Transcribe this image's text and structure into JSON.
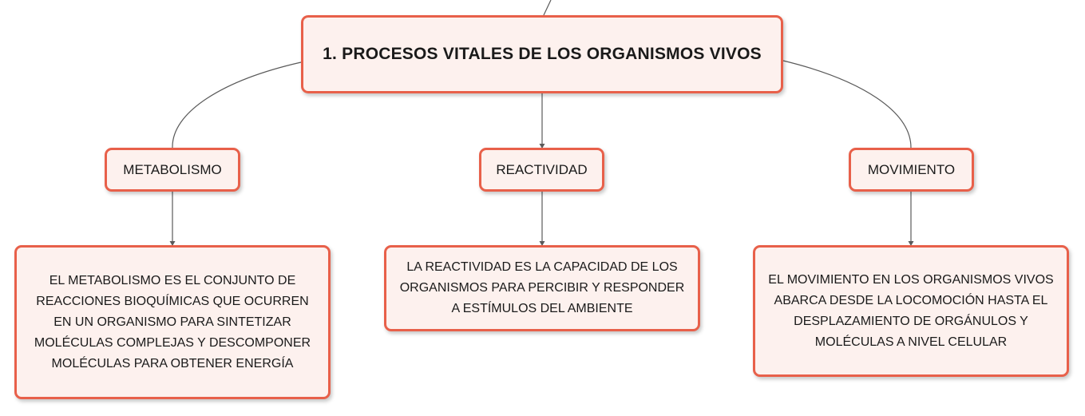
{
  "map": {
    "root": {
      "title": "1. PROCESOS VITALES DE LOS ORGANISMOS VIVOS"
    },
    "topics": [
      {
        "label": "METABOLISMO"
      },
      {
        "label": "REACTIVIDAD"
      },
      {
        "label": "MOVIMIENTO"
      }
    ],
    "details": [
      {
        "lines": [
          "EL METABOLISMO ES EL CONJUNTO DE",
          "REACCIONES BIOQUÍMICAS QUE OCURREN",
          "EN UN ORGANISMO PARA SINTETIZAR",
          "MOLÉCULAS COMPLEJAS Y DESCOMPONER",
          "MOLÉCULAS PARA OBTENER ENERGÍA"
        ]
      },
      {
        "lines": [
          "LA REACTIVIDAD ES LA CAPACIDAD DE LOS",
          "ORGANISMOS PARA PERCIBIR Y RESPONDER",
          "A ESTÍMULOS DEL AMBIENTE"
        ]
      },
      {
        "lines": [
          "EL MOVIMIENTO EN LOS ORGANISMOS VIVOS",
          "ABARCA DESDE LA LOCOMOCIÓN HASTA EL",
          "DESPLAZAMIENTO DE ORGÁNULOS Y",
          "MOLÉCULAS A NIVEL CELULAR"
        ]
      }
    ]
  },
  "colors": {
    "node_border": "#e8604a",
    "node_fill": "#fdf1ee",
    "connector": "#5a5a5a"
  }
}
